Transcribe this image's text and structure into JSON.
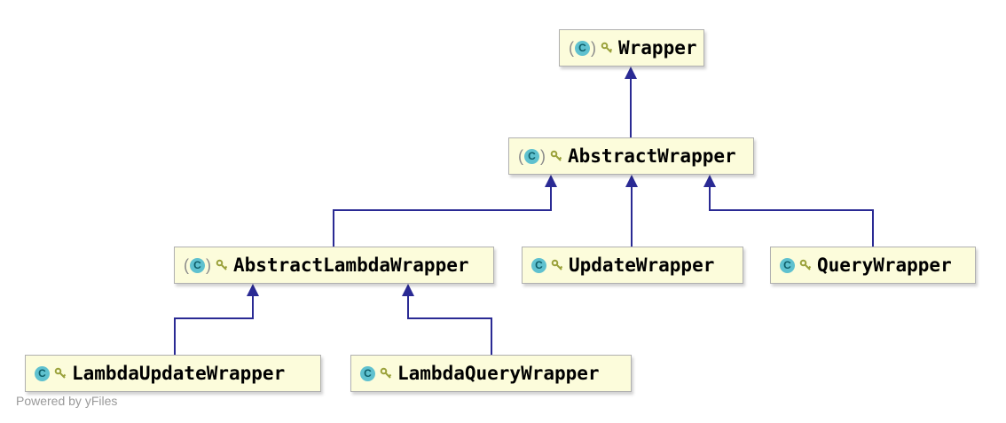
{
  "diagram": {
    "class_icon_letter": "C",
    "nodes": [
      {
        "id": "Wrapper",
        "label": "Wrapper",
        "abstract": true,
        "icons": [
          "class-icon",
          "key-icon"
        ]
      },
      {
        "id": "AbstractWrapper",
        "label": "AbstractWrapper",
        "abstract": true,
        "icons": [
          "class-icon",
          "key-icon"
        ]
      },
      {
        "id": "AbstractLambdaWrapper",
        "label": "AbstractLambdaWrapper",
        "abstract": true,
        "icons": [
          "class-icon",
          "key-icon"
        ]
      },
      {
        "id": "UpdateWrapper",
        "label": "UpdateWrapper",
        "abstract": false,
        "icons": [
          "class-icon",
          "key-icon"
        ]
      },
      {
        "id": "QueryWrapper",
        "label": "QueryWrapper",
        "abstract": false,
        "icons": [
          "class-icon",
          "key-icon"
        ]
      },
      {
        "id": "LambdaUpdateWrapper",
        "label": "LambdaUpdateWrapper",
        "abstract": false,
        "icons": [
          "class-icon",
          "key-icon"
        ]
      },
      {
        "id": "LambdaQueryWrapper",
        "label": "LambdaQueryWrapper",
        "abstract": false,
        "icons": [
          "class-icon",
          "key-icon"
        ]
      }
    ],
    "edges": [
      {
        "from": "AbstractWrapper",
        "to": "Wrapper",
        "type": "extends"
      },
      {
        "from": "AbstractLambdaWrapper",
        "to": "AbstractWrapper",
        "type": "extends"
      },
      {
        "from": "UpdateWrapper",
        "to": "AbstractWrapper",
        "type": "extends"
      },
      {
        "from": "QueryWrapper",
        "to": "AbstractWrapper",
        "type": "extends"
      },
      {
        "from": "LambdaUpdateWrapper",
        "to": "AbstractLambdaWrapper",
        "type": "extends"
      },
      {
        "from": "LambdaQueryWrapper",
        "to": "AbstractLambdaWrapper",
        "type": "extends"
      }
    ],
    "colors": {
      "node_background": "#fcfcdb",
      "node_border": "#b0b0b0",
      "edge": "#2a2a94",
      "class_icon_background": "#5fc1cf",
      "key_icon": "#9aa13a"
    }
  },
  "footer": {
    "watermark": "Powered by yFiles"
  }
}
